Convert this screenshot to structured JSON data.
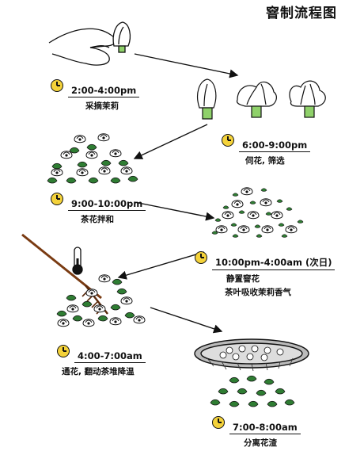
{
  "title": "窨制流程图",
  "steps": [
    {
      "time": "2:00-4:00pm",
      "lines": [
        "采摘茉莉"
      ]
    },
    {
      "time": "6:00-9:00pm",
      "lines": [
        "伺花, 筛选"
      ]
    },
    {
      "time": "9:00-10:00pm",
      "lines": [
        "茶花拌和"
      ]
    },
    {
      "time": "10:00pm-4:00am (次日)",
      "lines": [
        "静置窨花",
        "茶叶吸收茉莉香气"
      ]
    },
    {
      "time": "4:00-7:00am",
      "lines": [
        "通花, 翻动茶堆降温"
      ]
    },
    {
      "time": "7:00-8:00am",
      "lines": [
        "分离花渣"
      ]
    }
  ],
  "colors": {
    "clock": "#f4d23a",
    "leaf": "#2f7d33",
    "stem": "#8fd16a",
    "rake": "#7a3b12",
    "line": "#111111"
  },
  "icons": [
    "clock-icon",
    "hand-picking-flower",
    "jasmine-bud",
    "tea-flower-mix",
    "thermometer-icon",
    "rake-icon",
    "sieve-icon",
    "arrow-icon"
  ]
}
